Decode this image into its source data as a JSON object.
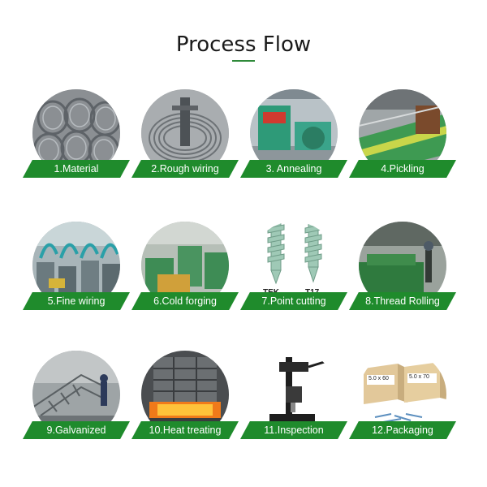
{
  "title": "Process Flow",
  "accent_color": "#1f8b2c",
  "steps": [
    {
      "label": "1.Material",
      "icon": "wire-coils-photo"
    },
    {
      "label": "2.Rough wiring",
      "icon": "wire-drawing-photo"
    },
    {
      "label": "3. Annealing",
      "icon": "annealing-machine-photo"
    },
    {
      "label": "4.Pickling",
      "icon": "pickling-line-photo"
    },
    {
      "label": "5.Fine wiring",
      "icon": "fine-wiring-machines-photo"
    },
    {
      "label": "6.Cold forging",
      "icon": "cold-forging-machines-photo"
    },
    {
      "label": "7.Point cutting",
      "icon": "screw-points-photo",
      "tags": [
        "TEK",
        "T17"
      ]
    },
    {
      "label": "8.Thread Rolling",
      "icon": "thread-rolling-machine-photo"
    },
    {
      "label": "9.Galvanized",
      "icon": "galvanizing-plant-photo"
    },
    {
      "label": "10.Heat treating",
      "icon": "heat-treating-furnace-photo"
    },
    {
      "label": "11.Inspection",
      "icon": "inspection-press-photo"
    },
    {
      "label": "12.Packaging",
      "icon": "screw-boxes-photo",
      "box_labels": [
        "5.0 x 60",
        "5.0 x 70"
      ]
    }
  ]
}
